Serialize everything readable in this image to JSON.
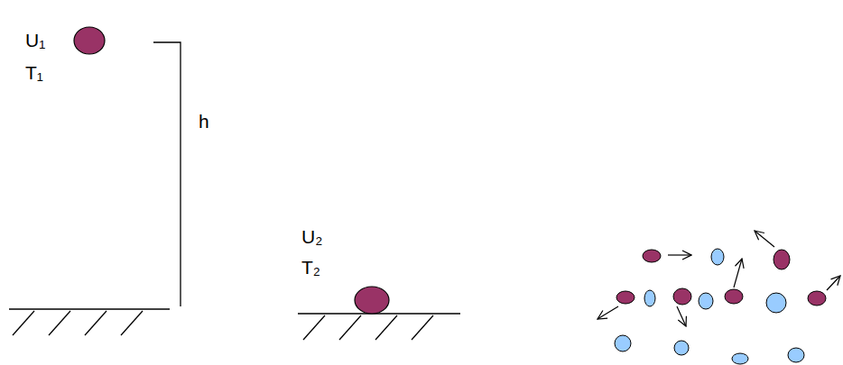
{
  "diagram": {
    "labels": [
      "U₁",
      "T₁",
      "h",
      "U₂",
      "T₂"
    ]
  }
}
